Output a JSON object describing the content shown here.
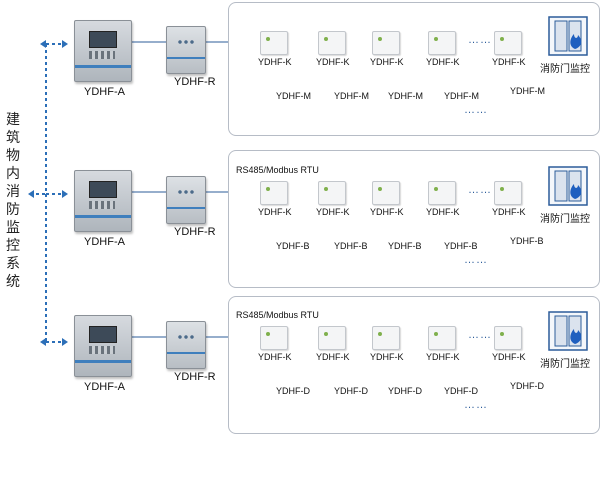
{
  "system_label": "建筑物内消防监控系统",
  "rows": [
    {
      "controller_label": "YDHF-A",
      "repeater_label": "YDHF-R",
      "bus_label": "",
      "module_labels": [
        "YDHF-K",
        "YDHF-K",
        "YDHF-K",
        "YDHF-K",
        "YDHF-K"
      ],
      "sensor_labels": [
        "YDHF-M",
        "YDHF-M",
        "YDHF-M",
        "YDHF-M",
        "YDHF-M"
      ],
      "sensor_type": "door-magnet",
      "ellipsis": "……",
      "door_monitor_label": "消防门监控"
    },
    {
      "controller_label": "YDHF-A",
      "repeater_label": "YDHF-R",
      "bus_label": "RS485/Modbus RTU",
      "module_labels": [
        "YDHF-K",
        "YDHF-K",
        "YDHF-K",
        "YDHF-K",
        "YDHF-K"
      ],
      "sensor_labels": [
        "YDHF-B",
        "YDHF-B",
        "YDHF-B",
        "YDHF-B",
        "YDHF-B"
      ],
      "sensor_type": "electromagnetic-holder",
      "ellipsis": "……",
      "door_monitor_label": "消防门监控"
    },
    {
      "controller_label": "YDHF-A",
      "repeater_label": "YDHF-R",
      "bus_label": "RS485/Modbus RTU",
      "module_labels": [
        "YDHF-K",
        "YDHF-K",
        "YDHF-K",
        "YDHF-K",
        "YDHF-K"
      ],
      "sensor_labels": [
        "YDHF-D",
        "YDHF-D",
        "YDHF-D",
        "YDHF-D",
        "YDHF-D"
      ],
      "sensor_type": "door-closer",
      "ellipsis": "……",
      "door_monitor_label": "消防门监控"
    }
  ],
  "colors": {
    "bus_line": "#2c5c9a",
    "link_dashed": "#2c6fb8",
    "fire": "#1f5fbf",
    "panel_border": "#b6bcc6"
  },
  "icons": {
    "door_monitor": "fire-door-icon",
    "controller": "fire-controller-icon",
    "repeater": "repeater-icon",
    "module": "monitor-module-icon"
  }
}
